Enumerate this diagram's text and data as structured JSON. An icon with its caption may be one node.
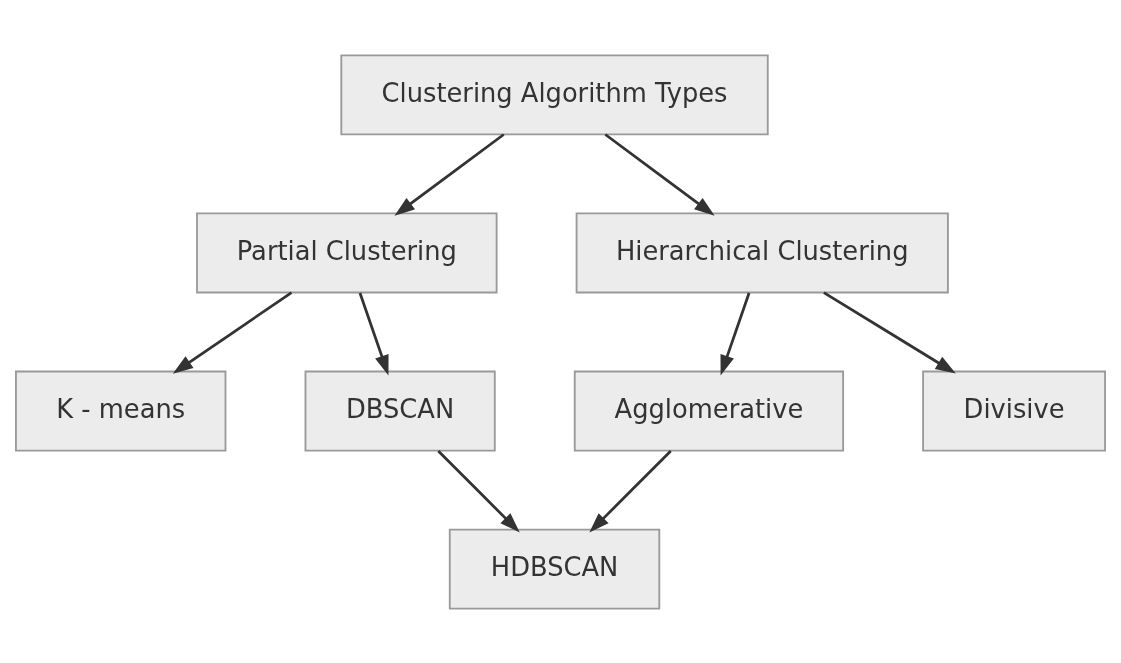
{
  "diagram": {
    "nodes": [
      {
        "text": [
          "Clustering Algorithm Types"
        ]
      },
      {
        "text": [
          "Partial Clustering"
        ]
      },
      {
        "text": [
          "Hierarchical Clustering"
        ]
      },
      {
        "text": [
          "K - means"
        ]
      },
      {
        "text": [
          "DBSCAN"
        ]
      },
      {
        "text": [
          "Agglomerative"
        ]
      },
      {
        "text": [
          "Divisive"
        ]
      },
      {
        "text": [
          "HDBSCAN"
        ]
      }
    ],
    "edges": [
      {
        "from": 0,
        "to": 1,
        "arrow": "to"
      },
      {
        "from": 0,
        "to": 2,
        "arrow": "to"
      },
      {
        "from": 1,
        "to": 3,
        "arrow": "to"
      },
      {
        "from": 1,
        "to": 4,
        "arrow": "to"
      },
      {
        "from": 2,
        "to": 5,
        "arrow": "to"
      },
      {
        "from": 2,
        "to": 6,
        "arrow": "to"
      },
      {
        "from": 4,
        "to": 7,
        "arrow": "to"
      },
      {
        "from": 5,
        "to": 7,
        "arrow": "to"
      }
    ]
  }
}
